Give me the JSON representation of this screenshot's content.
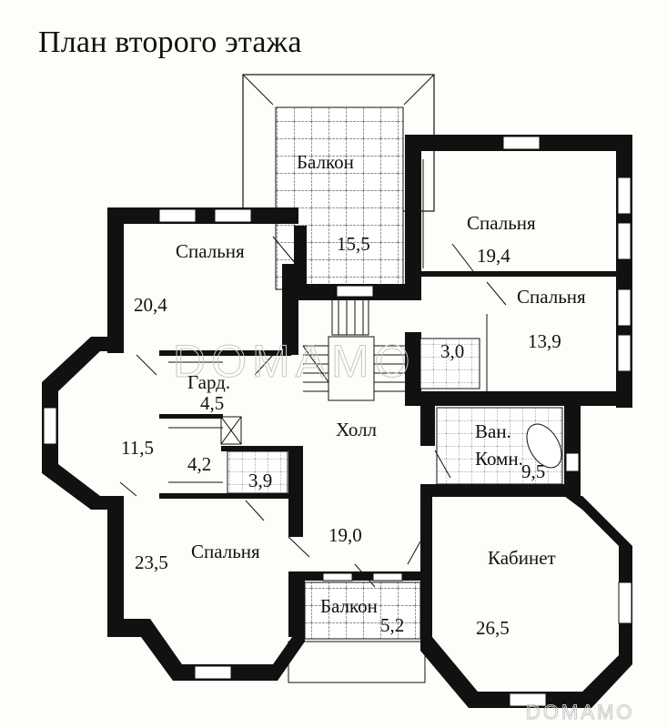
{
  "title": "План второго этажа",
  "watermark": "DOMAMO",
  "colors": {
    "wall": "#111111",
    "background": "#fdfdf9",
    "grid": "#555555",
    "watermark": "#c8c8c8"
  },
  "rooms": [
    {
      "id": "balcony_top",
      "name": "Балкон",
      "area": "15,5"
    },
    {
      "id": "bedroom_ne",
      "name": "Спальня",
      "area": "19,4"
    },
    {
      "id": "bedroom_e",
      "name": "Спальня",
      "area": "13,9"
    },
    {
      "id": "bedroom_nw",
      "name": "Спальня",
      "area": "20,4"
    },
    {
      "id": "wardrobe",
      "name": "Гард.",
      "area": "4,5"
    },
    {
      "id": "bay_w",
      "name": "",
      "area": "11,5"
    },
    {
      "id": "closet",
      "name": "",
      "area": "4,2"
    },
    {
      "id": "wc_w",
      "name": "",
      "area": "3,9"
    },
    {
      "id": "wc_e",
      "name": "",
      "area": "3,0"
    },
    {
      "id": "hall",
      "name": "Холл",
      "area": "19,0"
    },
    {
      "id": "bathroom",
      "name": "Ван.",
      "name2": "Комн.",
      "area": "9,5"
    },
    {
      "id": "bedroom_sw",
      "name": "Спальня",
      "area": "23,5"
    },
    {
      "id": "balcony_small",
      "name": "Балкон",
      "area": "5,2"
    },
    {
      "id": "study",
      "name": "Кабинет",
      "area": "26,5"
    }
  ]
}
